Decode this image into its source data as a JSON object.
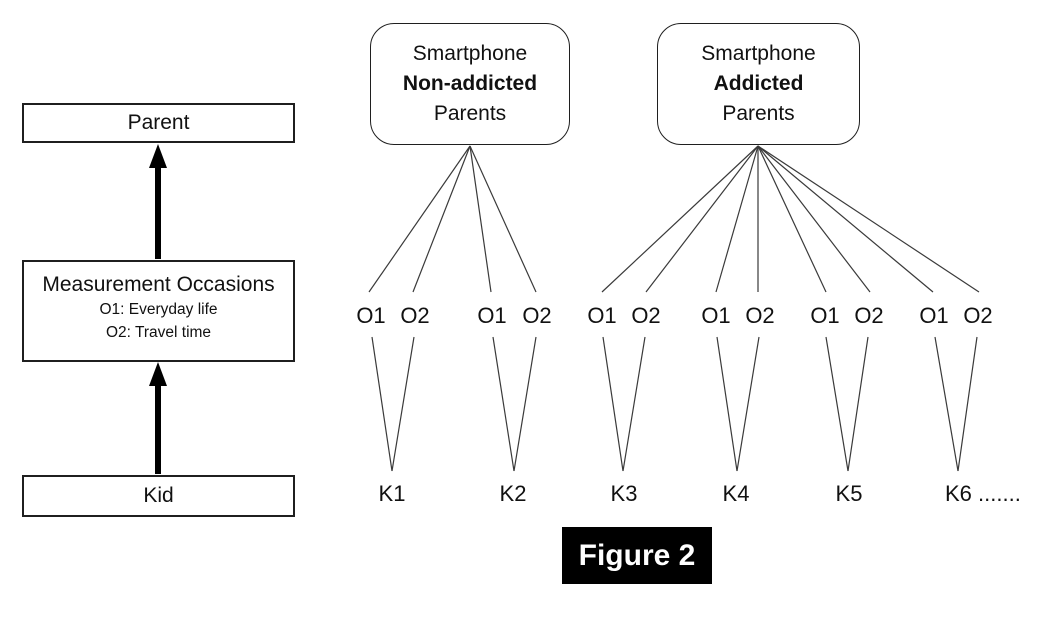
{
  "caption": "Figure 2",
  "left_panel": {
    "parent": "Parent",
    "measurement": {
      "title": "Measurement Occasions",
      "lines": [
        "O1: Everyday life",
        "O2: Travel time"
      ]
    },
    "kid": "Kid"
  },
  "groups": [
    {
      "name": "smartphone-non-addicted-parents",
      "lines": [
        "Smartphone",
        "Non-addicted",
        "Parents"
      ]
    },
    {
      "name": "smartphone-addicted-parents",
      "lines": [
        "Smartphone",
        "Addicted",
        "Parents"
      ]
    }
  ],
  "kids": [
    {
      "label": "K1",
      "occasions": [
        "O1",
        "O2"
      ]
    },
    {
      "label": "K2",
      "occasions": [
        "O1",
        "O2"
      ]
    },
    {
      "label": "K3",
      "occasions": [
        "O1",
        "O2"
      ]
    },
    {
      "label": "K4",
      "occasions": [
        "O1",
        "O2"
      ]
    },
    {
      "label": "K5",
      "occasions": [
        "O1",
        "O2"
      ]
    },
    {
      "label": "K6 .......",
      "occasions": [
        "O1",
        "O2"
      ]
    }
  ],
  "colors": {
    "background": "#ffffff",
    "line": "#3a3a3a",
    "box_border": "#1f1f1f",
    "arrow": "#000000",
    "caption_bg": "#000000",
    "caption_text": "#ffffff"
  }
}
